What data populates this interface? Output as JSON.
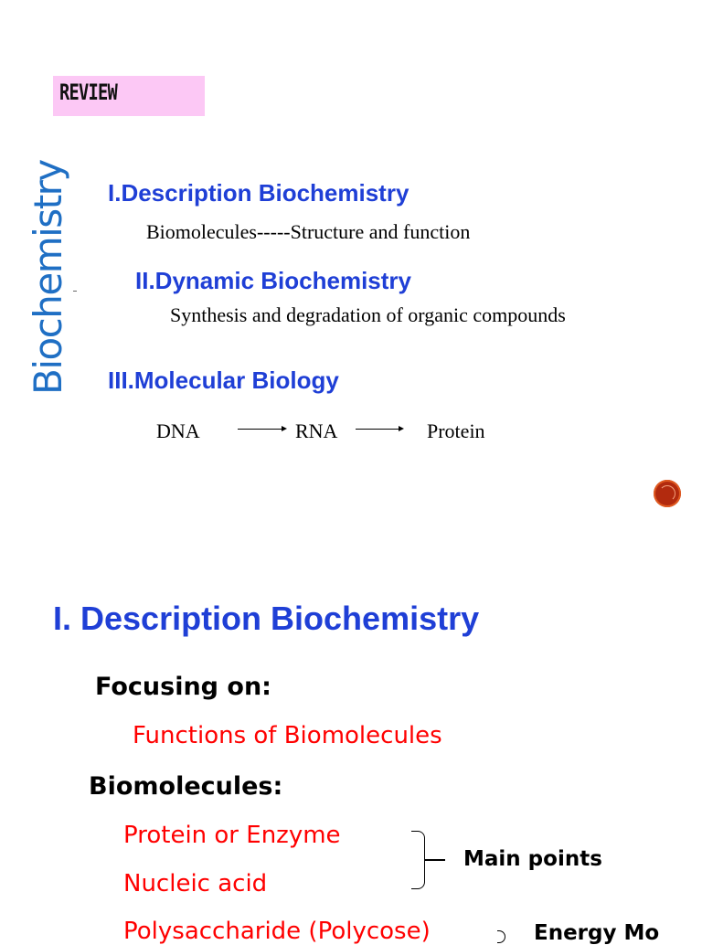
{
  "slide1": {
    "review_label": "REVIEW",
    "vertical_title": "Biochemistry",
    "section1": {
      "heading": "I.Description Biochemistry",
      "text": "Biomolecules-----Structure and function"
    },
    "section2": {
      "heading": "II.Dynamic  Biochemistry",
      "text": "Synthesis and degradation of organic compounds"
    },
    "section3": {
      "heading": "III.Molecular Biology",
      "flow": [
        "DNA",
        "RNA",
        "Protein"
      ]
    }
  },
  "slide2": {
    "title": "I. Description Biochemistry",
    "focusing_label": "Focusing on:",
    "focusing_item": "Functions of Biomolecules",
    "biomolecules_label": "Biomolecules:",
    "items": [
      "Protein or Enzyme",
      "Nucleic acid",
      "Polysaccharide (Polycose)"
    ],
    "main_points_label": "Main points",
    "energy_label": "Energy Mo"
  },
  "colors": {
    "heading_blue": "#1f3fd6",
    "vertical_title": "#1f6fc4",
    "review_badge": "#fcc8f5",
    "red_items": "#ff0000",
    "nav_circle": "#b22a0e"
  }
}
